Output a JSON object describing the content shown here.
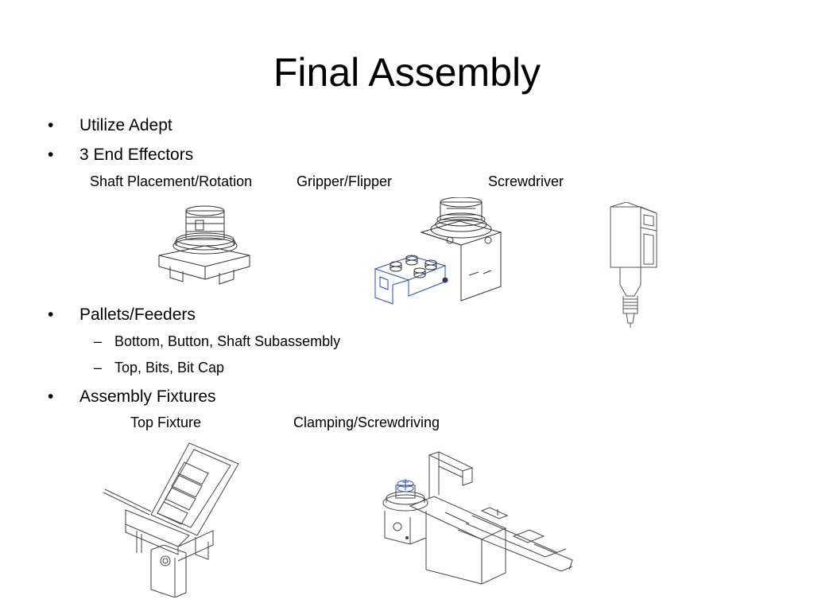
{
  "slide": {
    "title": "Final Assembly",
    "bullets": [
      {
        "label": "Utilize Adept",
        "glyph": "•"
      },
      {
        "label": "3 End Effectors",
        "glyph": "•"
      },
      {
        "label": "Pallets/Feeders",
        "glyph": "•"
      },
      {
        "label": "Assembly Fixtures",
        "glyph": "•"
      }
    ],
    "end_effector_captions": [
      "Shaft Placement/Rotation",
      "Gripper/Flipper",
      "Screwdriver"
    ],
    "feeder_subitems": [
      {
        "label": "Bottom, Button, Shaft Subassembly",
        "glyph": "–"
      },
      {
        "label": "Top, Bits, Bit Cap",
        "glyph": "–"
      }
    ],
    "fixture_captions": [
      "Top Fixture",
      "Clamping/Screwdriving"
    ],
    "drawings": [
      {
        "icon": "shaft-placement-drawing"
      },
      {
        "icon": "gripper-flipper-drawing"
      },
      {
        "icon": "screwdriver-drawing"
      },
      {
        "icon": "top-fixture-drawing"
      },
      {
        "icon": "clamping-fixture-drawing"
      }
    ],
    "colors": {
      "text": "#000000",
      "line": "#333333",
      "accent": "#2a4bb0"
    }
  }
}
